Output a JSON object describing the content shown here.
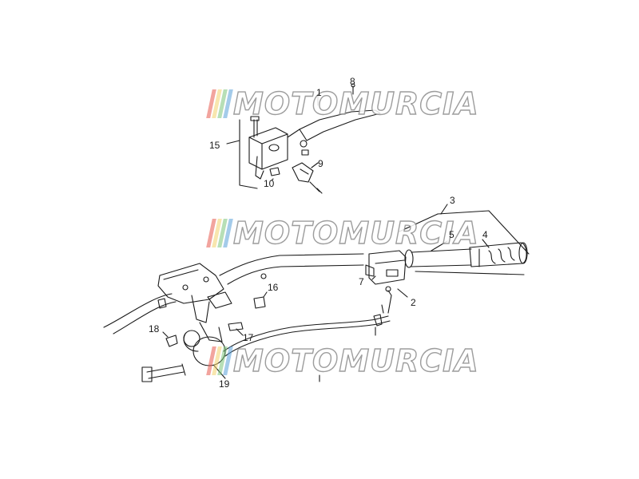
{
  "callouts": {
    "c1": "1",
    "c2": "2",
    "c3": "3",
    "c4": "4",
    "c5": "5",
    "c7": "7",
    "c8": "8",
    "c9": "9",
    "c10": "10",
    "c15": "15",
    "c16": "16",
    "c17": "17",
    "c18": "18",
    "c19": "19"
  },
  "watermark": {
    "text": "MOTOMURCIA",
    "stripe_colors": [
      "#e85a4f",
      "#f2d16b",
      "#7cc47a",
      "#5aa0d8"
    ]
  },
  "colors": {
    "line": "#1a1a1a",
    "background": "#ffffff"
  }
}
